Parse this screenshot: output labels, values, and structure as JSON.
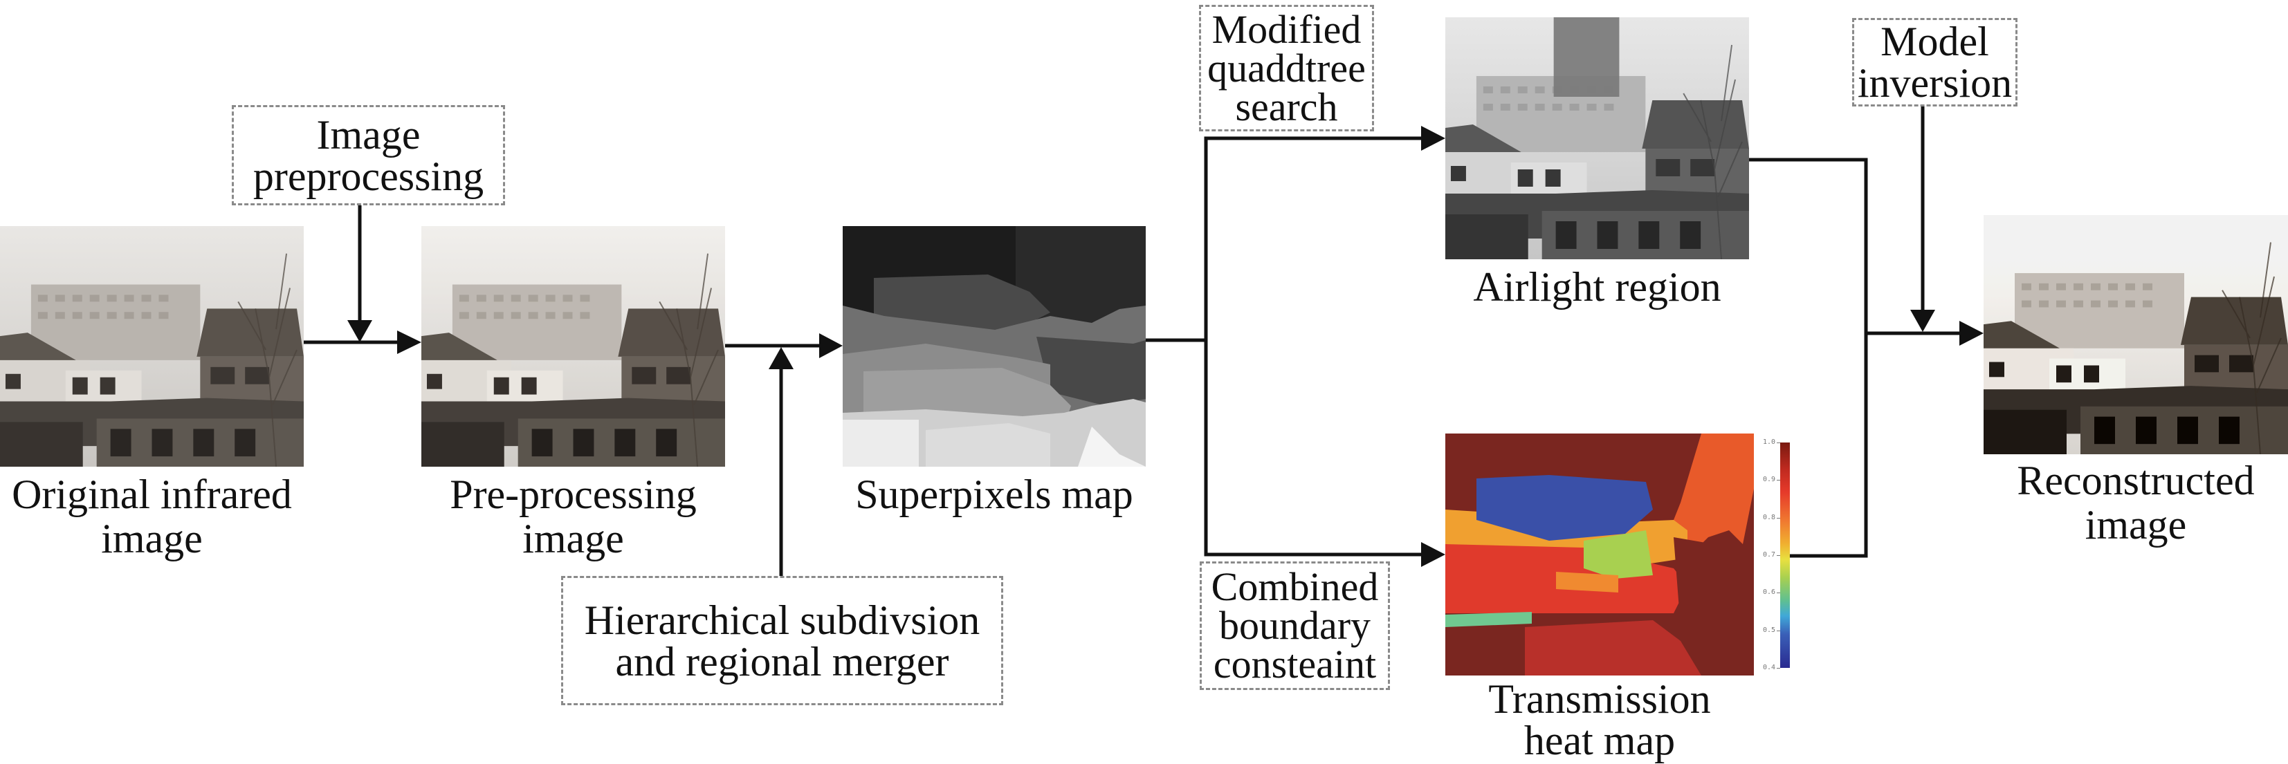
{
  "diagram": {
    "title": "Infrared image dehazing pipeline",
    "nodes": {
      "original": {
        "label_lines": [
          "Original infrared",
          "image"
        ],
        "kind": "grayscale-photo"
      },
      "preprocessed": {
        "label_lines": [
          "Pre-processing",
          "image"
        ],
        "kind": "grayscale-photo"
      },
      "superpixels": {
        "label_lines": [
          "Superpixels map"
        ],
        "kind": "segmentation-map"
      },
      "airlight": {
        "label_lines": [
          "Airlight region"
        ],
        "kind": "grayscale-photo"
      },
      "transmission": {
        "label_lines": [
          "Transmission",
          "heat map"
        ],
        "kind": "heatmap"
      },
      "reconstructed": {
        "label_lines": [
          "Reconstructed",
          "image"
        ],
        "kind": "grayscale-photo"
      }
    },
    "operations": {
      "preprocessing": {
        "label_lines": [
          "Image",
          "preprocessing"
        ]
      },
      "hierarchical": {
        "label_lines": [
          "Hierarchical subdivsion",
          "and regional merger"
        ]
      },
      "quadtree": {
        "label_lines": [
          "Modified",
          "quaddtree",
          "search"
        ]
      },
      "boundary": {
        "label_lines": [
          "Combined",
          "boundary",
          "consteaint"
        ]
      },
      "inversion": {
        "label_lines": [
          "Model",
          "inversion"
        ]
      }
    },
    "edges": [
      {
        "from": "original",
        "to": "preprocessed",
        "via": "preprocessing"
      },
      {
        "from": "preprocessed",
        "to": "superpixels",
        "via": "hierarchical"
      },
      {
        "from": "superpixels",
        "to": "airlight",
        "via": "quadtree"
      },
      {
        "from": "superpixels",
        "to": "transmission",
        "via": "boundary"
      },
      {
        "from": "airlight",
        "to": "reconstructed",
        "via": "inversion"
      },
      {
        "from": "transmission",
        "to": "reconstructed",
        "via": "inversion"
      }
    ],
    "colorbar": {
      "ticks": [
        "1.0",
        "0.9",
        "0.8",
        "0.7",
        "0.6",
        "0.5",
        "0.4"
      ],
      "range": [
        0.4,
        1.0
      ],
      "colormap": "jet"
    },
    "colors": {
      "line": "#111111",
      "dashed_border": "#8a8a8a",
      "heat_dark_red": "#7a2620",
      "heat_red": "#e03a2c",
      "heat_orange": "#f0a030",
      "heat_green": "#a8d050",
      "heat_teal": "#70c890",
      "heat_blue": "#3a50a8"
    }
  }
}
